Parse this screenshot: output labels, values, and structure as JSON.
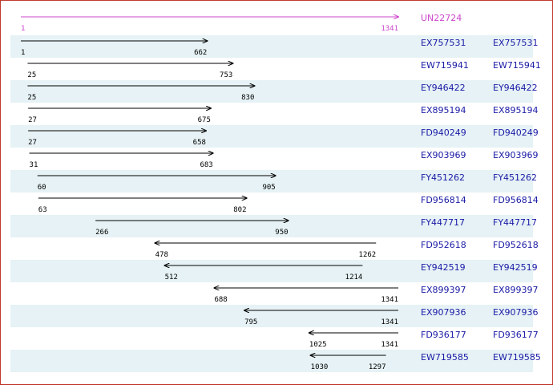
{
  "colors": {
    "query": "#cc44cc",
    "accession": "#1a1aa6",
    "row_band": "#e6f2f5",
    "arrow": "#000000",
    "frame_border": "#c0392b"
  },
  "chart_data": {
    "type": "alignment-map",
    "x_range": [
      1,
      1341
    ],
    "query": {
      "id": "UN22724",
      "start": "1",
      "end": "1341",
      "direction": "forward"
    },
    "hits": [
      {
        "id": "EX757531",
        "link": "EX757531",
        "start": "1",
        "end": "662",
        "direction": "forward"
      },
      {
        "id": "EW715941",
        "link": "EW715941",
        "start": "25",
        "end": "753",
        "direction": "forward"
      },
      {
        "id": "EY946422",
        "link": "EY946422",
        "start": "25",
        "end": "830",
        "direction": "forward"
      },
      {
        "id": "EX895194",
        "link": "EX895194",
        "start": "27",
        "end": "675",
        "direction": "forward"
      },
      {
        "id": "FD940249",
        "link": "FD940249",
        "start": "27",
        "end": "658",
        "direction": "forward"
      },
      {
        "id": "EX903969",
        "link": "EX903969",
        "start": "31",
        "end": "683",
        "direction": "forward"
      },
      {
        "id": "FY451262",
        "link": "FY451262",
        "start": "60",
        "end": "905",
        "direction": "forward"
      },
      {
        "id": "FD956814",
        "link": "FD956814",
        "start": "63",
        "end": "802",
        "direction": "forward"
      },
      {
        "id": "FY447717",
        "link": "FY447717",
        "start": "266",
        "end": "950",
        "direction": "forward"
      },
      {
        "id": "FD952618",
        "link": "FD952618",
        "start": "478",
        "end": "1262",
        "direction": "reverse"
      },
      {
        "id": "EY942519",
        "link": "EY942519",
        "start": "512",
        "end": "1214",
        "direction": "reverse"
      },
      {
        "id": "EX899397",
        "link": "EX899397",
        "start": "688",
        "end": "1341",
        "direction": "reverse"
      },
      {
        "id": "EX907936",
        "link": "EX907936",
        "start": "795",
        "end": "1341",
        "direction": "reverse"
      },
      {
        "id": "FD936177",
        "link": "FD936177",
        "start": "1025",
        "end": "1341",
        "direction": "reverse"
      },
      {
        "id": "EW719585",
        "link": "EW719585",
        "start": "1030",
        "end": "1297",
        "direction": "reverse"
      }
    ]
  }
}
